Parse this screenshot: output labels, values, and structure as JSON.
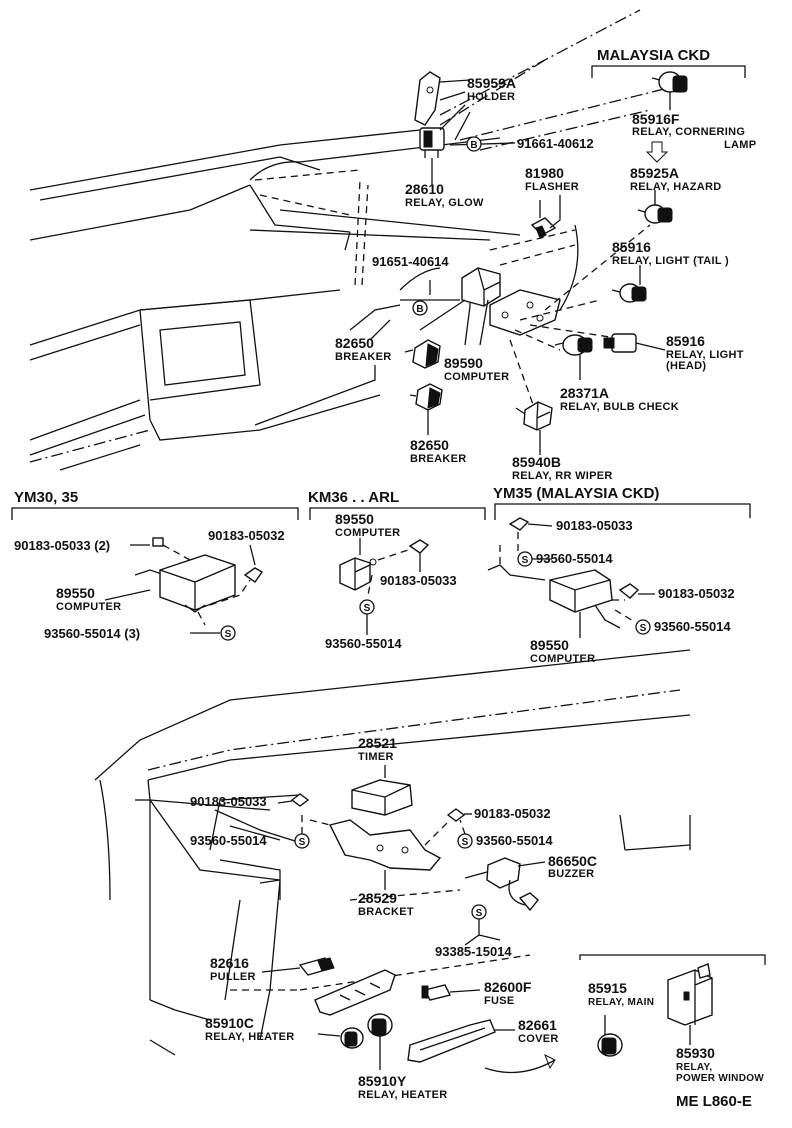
{
  "callouts": [
    {
      "part": "85959A",
      "name": "HOLDER"
    },
    {
      "part": "91661-40612",
      "name": ""
    },
    {
      "part": "28610",
      "name": "RELAY, GLOW"
    },
    {
      "part": "81980",
      "name": "FLASHER"
    },
    {
      "part": "91651-40614",
      "name": ""
    },
    {
      "part": "82650",
      "name": "BREAKER"
    },
    {
      "part": "89590",
      "name": "COMPUTER"
    },
    {
      "part": "82650",
      "name": "BREAKER"
    },
    {
      "part": "85940B",
      "name": "RELAY, RR WIPER"
    },
    {
      "part": "28371A",
      "name": "RELAY, BULB CHECK"
    },
    {
      "part": "85916",
      "name": "RELAY, LIGHT",
      "name2": "(HEAD)"
    },
    {
      "part": "85916",
      "name": "RELAY, LIGHT (TAIL )"
    },
    {
      "part": "85925A",
      "name": "RELAY, HAZARD"
    },
    {
      "part": "85916F",
      "name": "RELAY, CORNERING",
      "name2": "LAMP"
    },
    {
      "part": "90183-05033 (2)",
      "name": ""
    },
    {
      "part": "90183-05032",
      "name": ""
    },
    {
      "part": "89550",
      "name": "COMPUTER"
    },
    {
      "part": "93560-55014 (3)",
      "name": ""
    },
    {
      "part": "89550",
      "name": "COMPUTER"
    },
    {
      "part": "90183-05033",
      "name": ""
    },
    {
      "part": "93560-55014",
      "name": ""
    },
    {
      "part": "90183-05033",
      "name": ""
    },
    {
      "part": "93560-55014",
      "name": ""
    },
    {
      "part": "90183-05032",
      "name": ""
    },
    {
      "part": "93560-55014",
      "name": ""
    },
    {
      "part": "89550",
      "name": "COMPUTER"
    },
    {
      "part": "28521",
      "name": "TIMER"
    },
    {
      "part": "90183-05033",
      "name": ""
    },
    {
      "part": "93560-55014",
      "name": ""
    },
    {
      "part": "90183-05032",
      "name": ""
    },
    {
      "part": "93560-55014",
      "name": ""
    },
    {
      "part": "86650C",
      "name": "BUZZER"
    },
    {
      "part": "28529",
      "name": "BRACKET"
    },
    {
      "part": "93385-15014",
      "name": ""
    },
    {
      "part": "82616",
      "name": "PULLER"
    },
    {
      "part": "82600F",
      "name": "FUSE"
    },
    {
      "part": "82661",
      "name": "COVER"
    },
    {
      "part": "85910C",
      "name": "RELAY, HEATER"
    },
    {
      "part": "85910Y",
      "name": "RELAY, HEATER"
    },
    {
      "part": "85915",
      "name": "RELAY, MAIN"
    },
    {
      "part": "85930",
      "name": "RELAY,",
      "name2": "POWER WINDOW"
    }
  ],
  "sections": [
    {
      "label": "MALAYSIA CKD"
    },
    {
      "label": "YM30, 35"
    },
    {
      "label": "KM36 . . ARL"
    },
    {
      "label": "YM35 (MALAYSIA CKD)"
    }
  ],
  "symbols": {
    "bolt": "B",
    "screw": "S"
  },
  "footer": {
    "code": "ME L860-E"
  }
}
